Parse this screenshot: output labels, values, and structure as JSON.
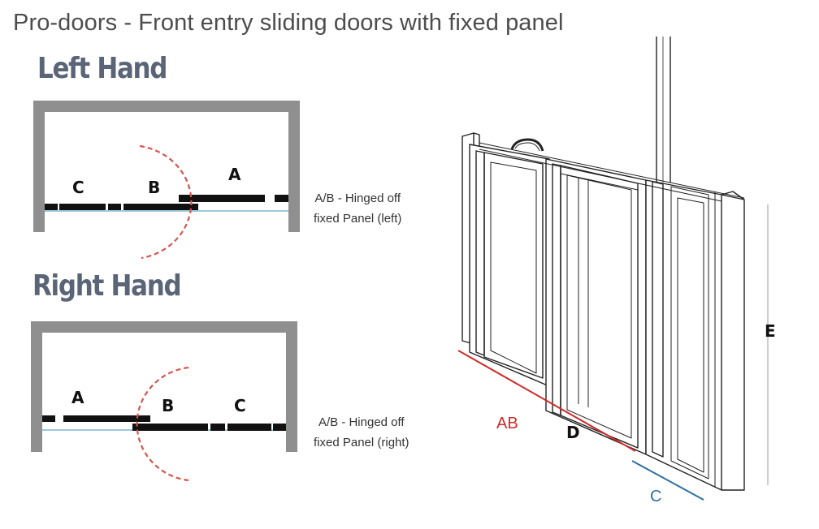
{
  "title": "Pro-doors - Front entry sliding doors with fixed panel",
  "left_hand": {
    "heading": "Left Hand",
    "label_c": "C",
    "label_b": "B",
    "label_a": "A",
    "note_line1": "A/B - Hinged off",
    "note_line2": "fixed Panel (left)"
  },
  "right_hand": {
    "heading": "Right Hand",
    "label_a": "A",
    "label_b": "B",
    "label_c": "C",
    "note_line1": "A/B - Hinged off",
    "note_line2": "fixed Panel (right)"
  },
  "illustration": {
    "label_e": "E",
    "label_ab": "AB",
    "label_d": "D",
    "label_c": "C"
  },
  "colors": {
    "frame_grey": "#8f8f8f",
    "swing_red": "#d9534f",
    "line_red": "#d02a2a",
    "line_blue": "#2e6fa3",
    "heading_slate": "#5b6578"
  }
}
